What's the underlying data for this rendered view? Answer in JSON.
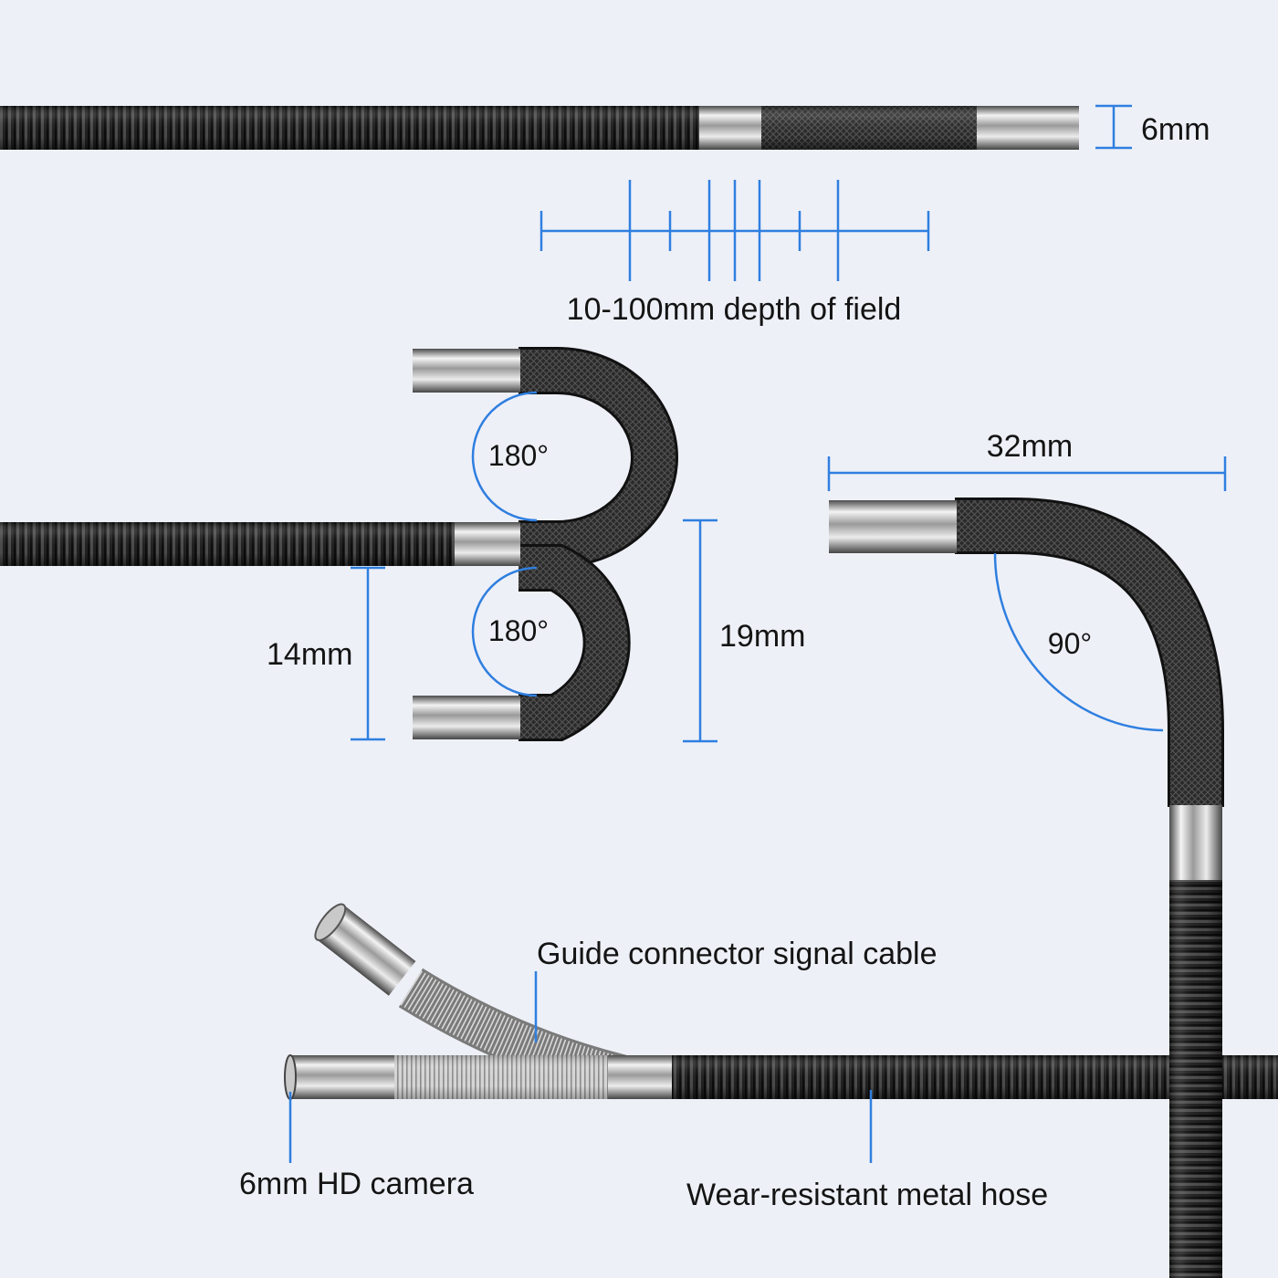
{
  "labels": {
    "diameter": "6mm",
    "depth_of_field": "10-100mm depth of field",
    "angle_upper": "180°",
    "angle_lower": "180°",
    "width_right": "32mm",
    "angle_right": "90°",
    "height_left": "14mm",
    "height_right": "19mm",
    "signal_cable": "Guide connector signal cable",
    "camera": "6mm HD camera",
    "hose": "Wear-resistant metal hose"
  },
  "colors": {
    "accent_blue": "#2f7fe0",
    "hose_black": "#1c1c1c",
    "background": "#eef0f7"
  }
}
